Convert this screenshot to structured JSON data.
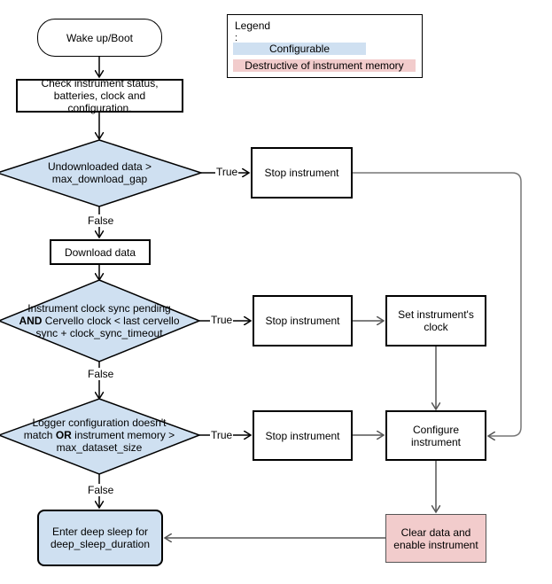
{
  "legend": {
    "title": "Legend",
    "colon": ":",
    "configurable": "Configurable",
    "destructive": "Destructive of instrument memory",
    "colors": {
      "configurable": "#cfe0f1",
      "destructive": "#f2cccc"
    }
  },
  "nodes": {
    "wake": "Wake up/Boot",
    "check": "Check instrument status, batteries, clock and configuration.",
    "decision1": "Undownloaded data > max_download_gap",
    "stop1": "Stop instrument",
    "download": "Download data",
    "decision2_pre": "Instrument clock sync pending ",
    "decision2_bold": "AND",
    "decision2_post": " Cervello clock < last cervello sync + clock_sync_timeout",
    "stop2": "Stop instrument",
    "set_clock": "Set instrument's clock",
    "decision3_pre": "Logger configuration doesn't match ",
    "decision3_bold": "OR",
    "decision3_post": " instrument memory > max_dataset_size",
    "stop3": "Stop instrument",
    "configure": "Configure instrument",
    "sleep": "Enter deep sleep for deep_sleep_duration",
    "clear": "Clear data and enable instrument"
  },
  "edge_labels": {
    "true1": "True",
    "false1": "False",
    "true2": "True",
    "false2": "False",
    "true3": "True",
    "false3": "False"
  }
}
